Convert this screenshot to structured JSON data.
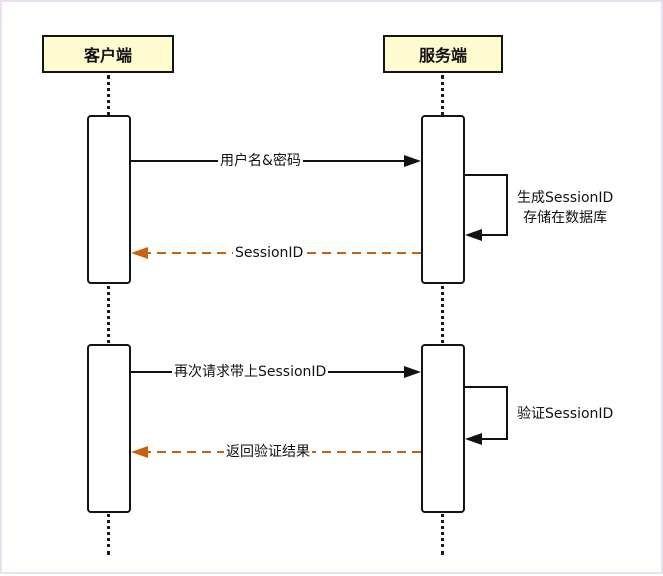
{
  "participants": {
    "client": "客户端",
    "server": "服务端"
  },
  "messages": {
    "login": "用户名&密码",
    "return_session": "SessionID",
    "request_with_session": "再次请求带上SessionID",
    "return_result": "返回验证结果"
  },
  "self_notes": {
    "generate_line1": "生成SessionID",
    "generate_line2": "存储在数据库",
    "verify": "验证SessionID"
  },
  "colors": {
    "solid_arrow": "#111111",
    "return_arrow": "#c8620f",
    "participant_fill": "#fffbd0"
  }
}
